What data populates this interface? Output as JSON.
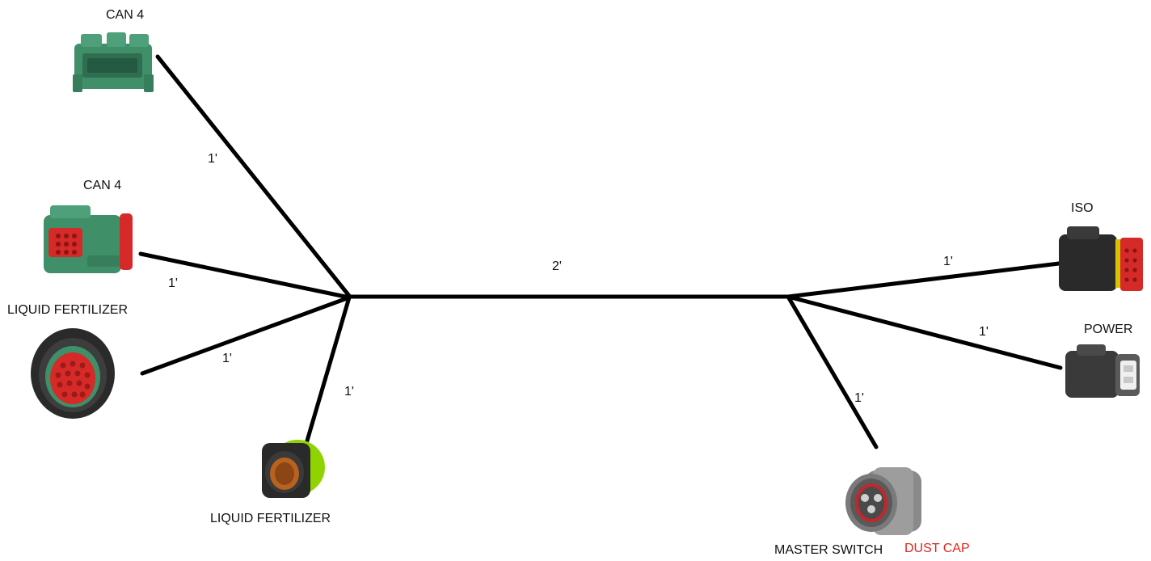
{
  "wire_length_labels": {
    "can4_top": "1'",
    "can4_side": "1'",
    "liquid_round": "1'",
    "liquid_bottom": "1'",
    "trunk": "2'",
    "iso": "1'",
    "power": "1'",
    "master_switch": "1'"
  },
  "connector_labels": {
    "can4_top": "CAN 4",
    "can4_side": "CAN 4",
    "liquid_round": "LIQUID FERTILIZER",
    "liquid_bottom": "LIQUID FERTILIZER",
    "iso": "ISO",
    "power": "POWER",
    "master_switch": "MASTER SWITCH",
    "dust_cap": "DUST CAP"
  },
  "colors": {
    "wire": "#000000",
    "dt_green": "#3f8f68",
    "seal_red": "#d62a28",
    "dark_body": "#2a2a2a",
    "lime_ring": "#8fd400",
    "dust_cap_text": "#e0241b"
  }
}
